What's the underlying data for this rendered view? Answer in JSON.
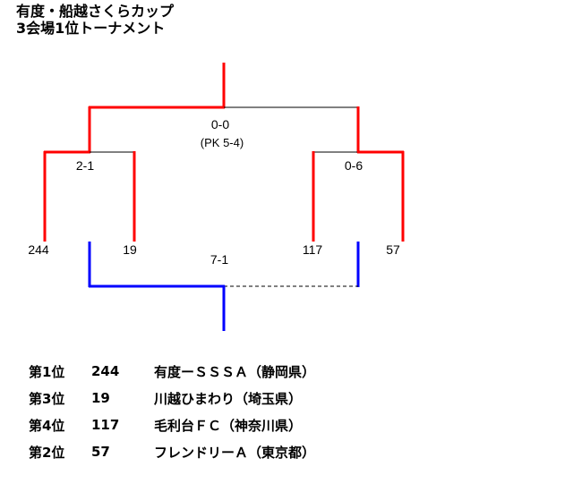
{
  "title": {
    "line1": "有度・船越さくらカップ",
    "line2": "3会場1位トーナメント"
  },
  "bracket": {
    "teams": [
      "244",
      "19",
      "117",
      "57"
    ],
    "semi_left_score": "2-1",
    "semi_right_score": "0-6",
    "final_score": "0-0",
    "final_pk": "(PK 5-4)",
    "third_place_score": "7-1",
    "colors": {
      "winner": "#ff0000",
      "third": "#0000ff",
      "loser": "#000000"
    }
  },
  "results": [
    {
      "rank": "第1位",
      "id": "244",
      "team": "有度ーＳＳＳＡ（静岡県）"
    },
    {
      "rank": "第3位",
      "id": "19",
      "team": "川越ひまわり（埼玉県）"
    },
    {
      "rank": "第4位",
      "id": "117",
      "team": "毛利台ＦＣ（神奈川県）"
    },
    {
      "rank": "第2位",
      "id": "57",
      "team": "フレンドリーＡ（東京都）"
    }
  ]
}
